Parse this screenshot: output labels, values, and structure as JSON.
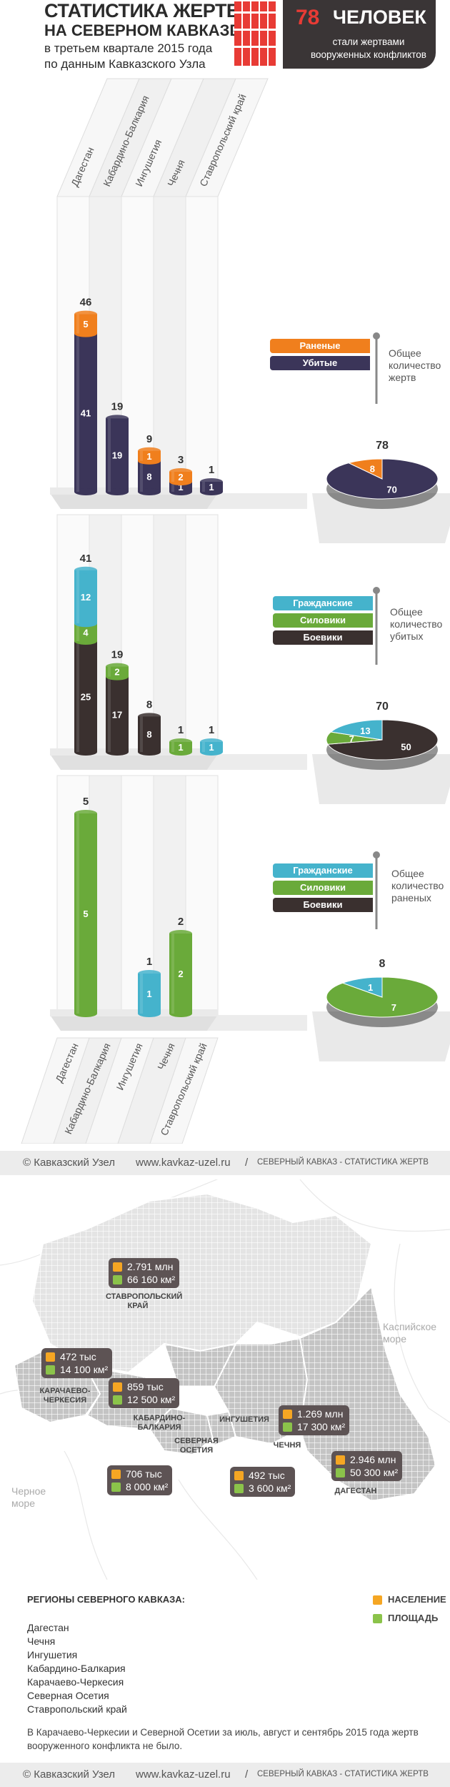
{
  "header": {
    "title_line1": "СТАТИСТИКА ЖЕРТВ",
    "title_line2": "НА СЕВЕРНОМ КАВКАЗЕ",
    "subtitle_line1": "в третьем квартале 2015 года",
    "subtitle_line2": "по данным Кавказского Узла",
    "badge_number": "78",
    "badge_word": "ЧЕЛОВЕК",
    "badge_text": "стали жертвами вооруженных конфликтов"
  },
  "regions_columns": [
    "Дагестан",
    "Кабардино-Балкария",
    "Ингушетия",
    "Чечня",
    "Ставропольский край"
  ],
  "colors": {
    "wounded": "#f07f1d",
    "killed": "#3b3559",
    "civilians": "#45b3cc",
    "security": "#6aaa3a",
    "militants": "#3a302f",
    "grey": "#d9d9d9"
  },
  "legends": {
    "panel1": {
      "items": [
        "Раненые",
        "Убитые"
      ],
      "title": "Общее количество жертв"
    },
    "panel2": {
      "items": [
        "Гражданские",
        "Силовики",
        "Боевики"
      ],
      "title": "Общее количество убитых"
    },
    "panel3": {
      "items": [
        "Гражданские",
        "Силовики",
        "Боевики"
      ],
      "title": "Общее количество раненых"
    }
  },
  "chart_data": [
    {
      "type": "bar",
      "stacked": true,
      "categories": [
        "Дагестан",
        "Кабардино-Балкария",
        "Ингушетия",
        "Чечня",
        "Ставропольский край"
      ],
      "totals": [
        46,
        19,
        9,
        3,
        1
      ],
      "series": [
        {
          "name": "Убитые",
          "values": [
            41,
            19,
            8,
            1,
            1
          ]
        },
        {
          "name": "Раненые",
          "values": [
            5,
            0,
            1,
            2,
            0
          ]
        }
      ]
    },
    {
      "type": "pie",
      "title": "Общее количество жертв",
      "total": 78,
      "slices": [
        {
          "label": "Убитые",
          "value": 70
        },
        {
          "label": "Раненые",
          "value": 8
        }
      ]
    },
    {
      "type": "bar",
      "stacked": true,
      "categories": [
        "Дагестан",
        "Кабардино-Балкария",
        "Ингушетия",
        "Чечня",
        "Ставропольский край"
      ],
      "totals": [
        41,
        19,
        8,
        1,
        1
      ],
      "series": [
        {
          "name": "Боевики",
          "values": [
            25,
            17,
            8,
            0,
            0
          ]
        },
        {
          "name": "Силовики",
          "values": [
            4,
            2,
            0,
            1,
            0
          ]
        },
        {
          "name": "Гражданские",
          "values": [
            12,
            0,
            0,
            0,
            1
          ]
        }
      ]
    },
    {
      "type": "pie",
      "title": "Общее количество убитых",
      "total": 70,
      "slices": [
        {
          "label": "Боевики",
          "value": 50
        },
        {
          "label": "Силовики",
          "value": 7
        },
        {
          "label": "Гражданские",
          "value": 13
        }
      ]
    },
    {
      "type": "bar",
      "stacked": true,
      "categories": [
        "Дагестан",
        "Кабардино-Балкария",
        "Ингушетия",
        "Чечня",
        "Ставропольский край"
      ],
      "totals": [
        5,
        0,
        1,
        2,
        0
      ],
      "series": [
        {
          "name": "Силовики",
          "values": [
            5,
            0,
            0,
            2,
            0
          ]
        },
        {
          "name": "Гражданские",
          "values": [
            0,
            0,
            1,
            0,
            0
          ]
        }
      ]
    },
    {
      "type": "pie",
      "title": "Общее количество раненых",
      "total": 8,
      "slices": [
        {
          "label": "Силовики",
          "value": 7
        },
        {
          "label": "Гражданские",
          "value": 1
        }
      ]
    }
  ],
  "footer": {
    "left": "© Кавказский Узел",
    "url": "www.kavkaz-uzel.ru",
    "sep": "/",
    "right": "СЕВЕРНЫЙ КАВКАЗ - СТАТИСТИКА ЖЕРТВ"
  },
  "map": {
    "seas": {
      "caspian": "Каспийское море",
      "black": "Черное море"
    },
    "regions": [
      {
        "name": "СТАВРОПОЛЬСКИЙ КРАЙ",
        "population": "2.791 млн",
        "area": "66 160 км²"
      },
      {
        "name": "КАРАЧАЕВО-ЧЕРКЕСИЯ",
        "population": "472 тыс",
        "area": "14 100 км²"
      },
      {
        "name": "КАБАРДИНО-БАЛКАРИЯ",
        "population": "859 тыс",
        "area": "12 500 км²"
      },
      {
        "name": "СЕВЕРНАЯ ОСЕТИЯ",
        "population": "706 тыс",
        "area": "8 000 км²"
      },
      {
        "name": "ИНГУШЕТИЯ",
        "population": "492 тыс",
        "area": "3 600 км²"
      },
      {
        "name": "ЧЕЧНЯ",
        "population": "1.269 млн",
        "area": "17 300 км²"
      },
      {
        "name": "ДАГЕСТАН",
        "population": "2.946 млн",
        "area": "50 300 км²"
      }
    ],
    "legend": {
      "population": "НАСЕЛЕНИЕ",
      "area": "ПЛОЩАДЬ"
    }
  },
  "regions_title": "РЕГИОНЫ СЕВЕРНОГО КАВКАЗА:",
  "regions_list": [
    "Дагестан",
    "Чечня",
    "Ингушетия",
    "Кабардино-Балкария",
    "Карачаево-Черкесия",
    "Северная Осетия",
    "Ставропольский край"
  ],
  "note": "В Карачаево-Черкесии и Северной Осетии за июль, август и сентябрь 2015 года жертв вооруженного конфликта не было."
}
